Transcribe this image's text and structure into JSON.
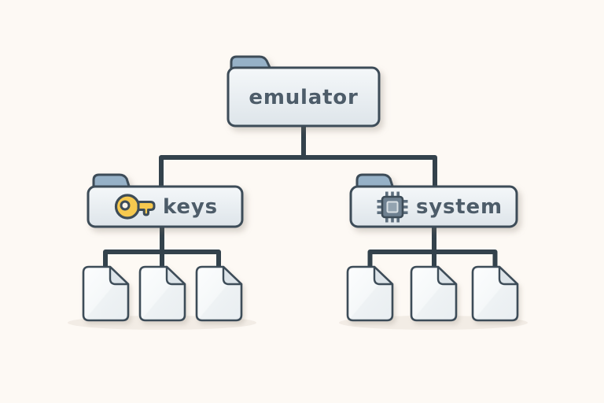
{
  "diagram": {
    "type": "folder-tree",
    "root": {
      "label": "emulator",
      "kind": "folder"
    },
    "children": [
      {
        "label": "keys",
        "kind": "folder",
        "icon": "key-icon",
        "file_count": 3
      },
      {
        "label": "system",
        "kind": "folder",
        "icon": "chip-icon",
        "file_count": 3
      }
    ]
  },
  "colors": {
    "background": "#fdf9f4",
    "outline": "#3d4c58",
    "connector": "#33424c",
    "folder_fill_top": "#f4f7f9",
    "folder_fill_bottom": "#dee5ea",
    "tab_fill": "#96b1c7",
    "label_text": "#4d5c69",
    "key_yellow": "#f6c94f",
    "key_hole": "#faf4ea",
    "chip_slate": "#6e8090",
    "chip_inner": "#93a3b0",
    "file_fill": "#f7fafb",
    "fold_fill": "#dde4e9",
    "ground_shadow": "#efe8e1"
  }
}
